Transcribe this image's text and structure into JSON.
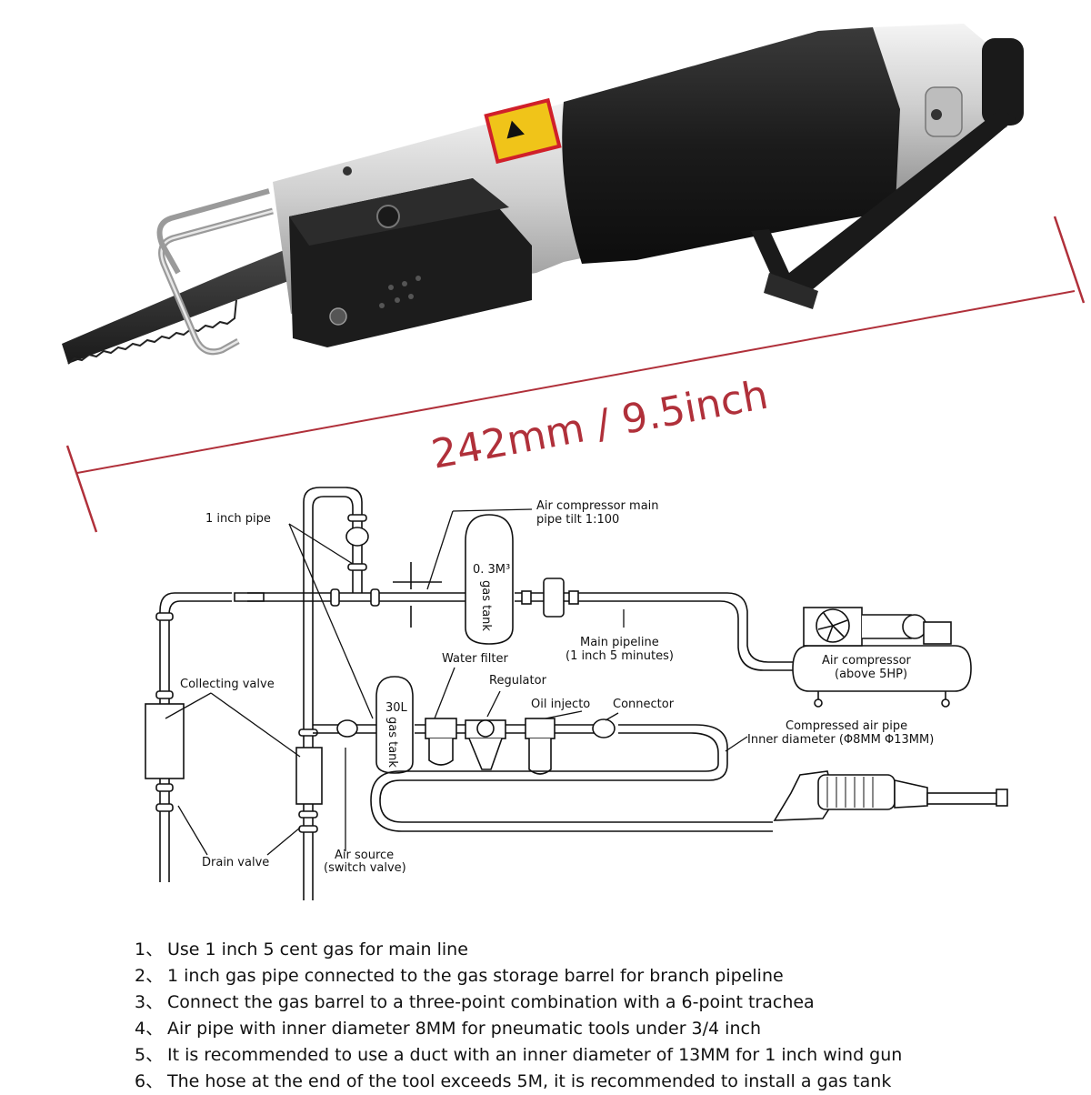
{
  "dimension": {
    "text": "242mm / 9.5inch",
    "color": "#b0303a"
  },
  "warning_label": {
    "color": "#f0c419",
    "border": "#d0202a"
  },
  "diagram": {
    "labels": {
      "one_inch_pipe": "1 inch pipe",
      "main_pipe_line1": "Air compressor main",
      "main_pipe_line2": "pipe tilt 1:100",
      "tank_large_volume": "0. 3M³",
      "tank_large_name": "gas tank",
      "main_pipeline_line1": "Main pipeline",
      "main_pipeline_line2": "(1 inch 5 minutes)",
      "water_filter": "Water filter",
      "regulator": "Regulator",
      "oil_injector": "Oil injecto",
      "connector": "Connector",
      "air_compressor_line1": "Air compressor",
      "air_compressor_line2": "(above 5HP)",
      "compressed_pipe_line1": "Compressed air pipe",
      "compressed_pipe_line2": "Inner diameter (Φ8MM Φ13MM)",
      "collecting_valve": "Collecting valve",
      "tank_small_volume": "30L",
      "tank_small_name": "gas tank",
      "drain_valve": "Drain valve",
      "air_source_line1": "Air source",
      "air_source_line2": "(switch valve)"
    }
  },
  "notes": [
    {
      "num": "1、",
      "text": "Use 1 inch 5 cent gas for main line"
    },
    {
      "num": "2、",
      "text": "1 inch gas pipe connected to the gas storage barrel for branch pipeline"
    },
    {
      "num": "3、",
      "text": "Connect the gas barrel to a three-point combination with a 6-point trachea"
    },
    {
      "num": "4、",
      "text": "Air pipe with inner diameter 8MM for pneumatic tools under 3/4 inch"
    },
    {
      "num": "5、",
      "text": "It is recommended to use a duct with an inner diameter of 13MM for 1 inch wind gun"
    },
    {
      "num": "6、",
      "text": "The hose at the end of the tool exceeds 5M, it is recommended to install a gas tank"
    }
  ]
}
